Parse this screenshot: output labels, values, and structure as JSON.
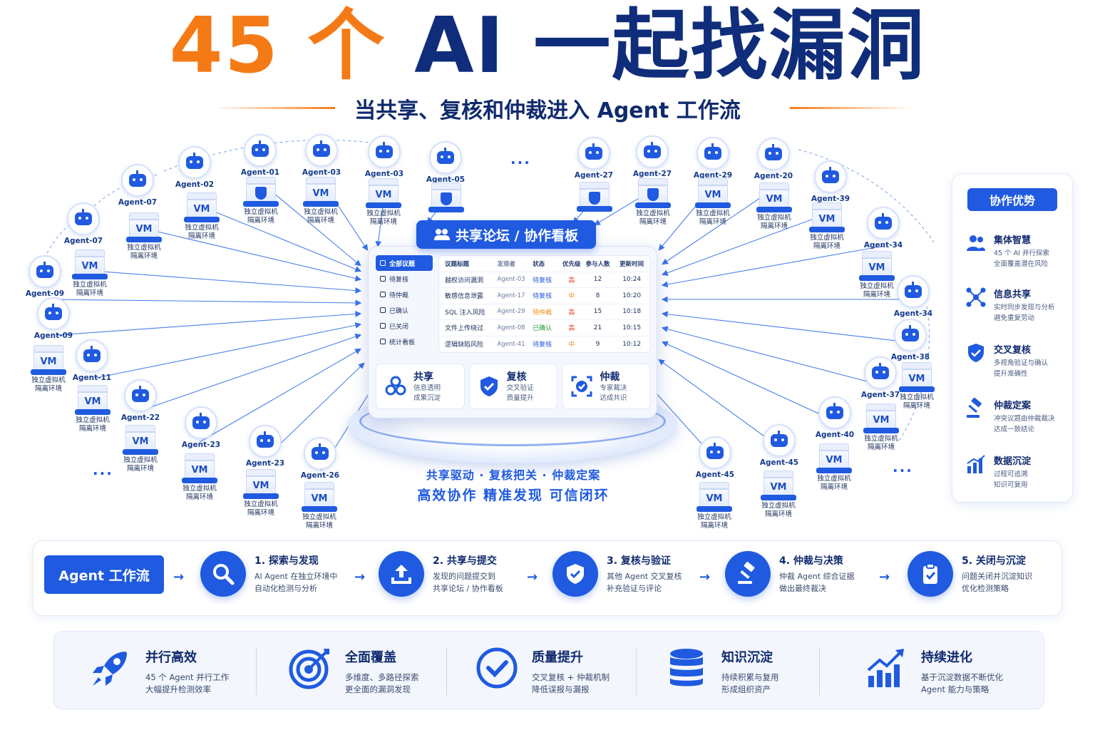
{
  "title": {
    "part1": "45 个",
    "part2": "AI 一起找漏洞"
  },
  "subtitle": "当共享、复核和仲裁进入 Agent 工作流",
  "vm_caption": {
    "line1": "独立虚拟机",
    "line2": "隔离环境"
  },
  "vm_text": "VM",
  "ellipsis": "···",
  "agents": [
    "Agent-01",
    "Agent-02",
    "Agent-03",
    "Agent-05",
    "Agent-07",
    "Agent-07",
    "Agent-09",
    "Agent-09",
    "Agent-11",
    "Agent-22",
    "Agent-23",
    "Agent-23",
    "Agent-26",
    "Agent-27",
    "Agent-27",
    "Agent-29",
    "Agent-20",
    "Agent-39",
    "Agent-34",
    "Agent-34",
    "Agent-38",
    "Agent-37",
    "Agent-40",
    "Agent-45",
    "Agent-45"
  ],
  "forum": {
    "tag": "共享论坛 / 协作看板",
    "sidebar": [
      "全部议题",
      "待复核",
      "待仲裁",
      "已确认",
      "已关闭",
      "统计看板"
    ],
    "headers": [
      "议题标题",
      "发现者",
      "状态",
      "优先级",
      "参与人数",
      "更新时间"
    ],
    "rows": [
      [
        "越权访问漏洞",
        "Agent-03",
        "待复核",
        "高",
        "12",
        "10:24"
      ],
      [
        "敏感信息泄露",
        "Agent-17",
        "待复核",
        "中",
        "8",
        "10:20"
      ],
      [
        "SQL 注入风险",
        "Agent-29",
        "待仲裁",
        "高",
        "15",
        "10:18"
      ],
      [
        "文件上传绕过",
        "Agent-08",
        "已确认",
        "高",
        "21",
        "10:15"
      ],
      [
        "逻辑缺陷风险",
        "Agent-41",
        "待复核",
        "中",
        "9",
        "10:12"
      ]
    ],
    "cards": [
      {
        "title": "共享",
        "sub1": "信息透明",
        "sub2": "成果沉淀"
      },
      {
        "title": "复核",
        "sub1": "交叉验证",
        "sub2": "质量提升"
      },
      {
        "title": "仲裁",
        "sub1": "专家裁决",
        "sub2": "达成共识"
      }
    ]
  },
  "tagline1": "共享驱动 · 复核把关 · 仲裁定案",
  "tagline2": "高效协作  精准发现  可信闭环",
  "advantages": {
    "header": "协作优势",
    "items": [
      {
        "title": "集体智慧",
        "sub1": "45 个 AI 并行探索",
        "sub2": "全面覆盖潜在风险",
        "icon": "people-icon"
      },
      {
        "title": "信息共享",
        "sub1": "实时同步发现与分析",
        "sub2": "避免重复劳动",
        "icon": "network-icon"
      },
      {
        "title": "交叉复核",
        "sub1": "多视角验证与确认",
        "sub2": "提升准确性",
        "icon": "shield-check-icon"
      },
      {
        "title": "仲裁定案",
        "sub1": "冲突议题由仲裁裁决",
        "sub2": "达成一致结论",
        "icon": "gavel-icon"
      },
      {
        "title": "数据沉淀",
        "sub1": "过程可追溯",
        "sub2": "知识可复用",
        "icon": "bar-chart-icon"
      }
    ]
  },
  "workflow": {
    "tag": "Agent 工作流",
    "steps": [
      {
        "title": "1. 探索与发现",
        "sub1": "AI Agent 在独立环境中",
        "sub2": "自动化检测与分析",
        "icon": "search-icon"
      },
      {
        "title": "2. 共享与提交",
        "sub1": "发现的问题提交到",
        "sub2": "共享论坛 / 协作看板",
        "icon": "upload-icon"
      },
      {
        "title": "3. 复核与验证",
        "sub1": "其他 Agent 交叉复核",
        "sub2": "补充验证与评论",
        "icon": "shield-check-icon"
      },
      {
        "title": "4. 仲裁与决策",
        "sub1": "仲裁 Agent 综合证据",
        "sub2": "做出最终裁决",
        "icon": "gavel-icon"
      },
      {
        "title": "5. 关闭与沉淀",
        "sub1": "问题关闭并沉淀知识",
        "sub2": "优化检测策略",
        "icon": "clipboard-check-icon"
      }
    ]
  },
  "benefits": [
    {
      "title": "并行高效",
      "sub1": "45 个 Agent 并行工作",
      "sub2": "大幅提升检测效率",
      "icon": "rocket-icon"
    },
    {
      "title": "全面覆盖",
      "sub1": "多维度、多路径探索",
      "sub2": "更全面的漏洞发现",
      "icon": "target-icon"
    },
    {
      "title": "质量提升",
      "sub1": "交叉复核 + 仲裁机制",
      "sub2": "降低误报与漏报",
      "icon": "check-circle-icon"
    },
    {
      "title": "知识沉淀",
      "sub1": "持续积累与复用",
      "sub2": "形成组织资产",
      "icon": "database-icon"
    },
    {
      "title": "持续进化",
      "sub1": "基于沉淀数据不断优化",
      "sub2": "Agent 能力与策略",
      "icon": "trend-up-icon"
    }
  ],
  "colors": {
    "primary": "#1f5ae0",
    "orange": "#f47a16",
    "navy": "#0f2d7a",
    "high": "#e0411a",
    "medium": "#f08a12",
    "review": "#1f5ae0",
    "confirmed": "#1a9a3a"
  }
}
